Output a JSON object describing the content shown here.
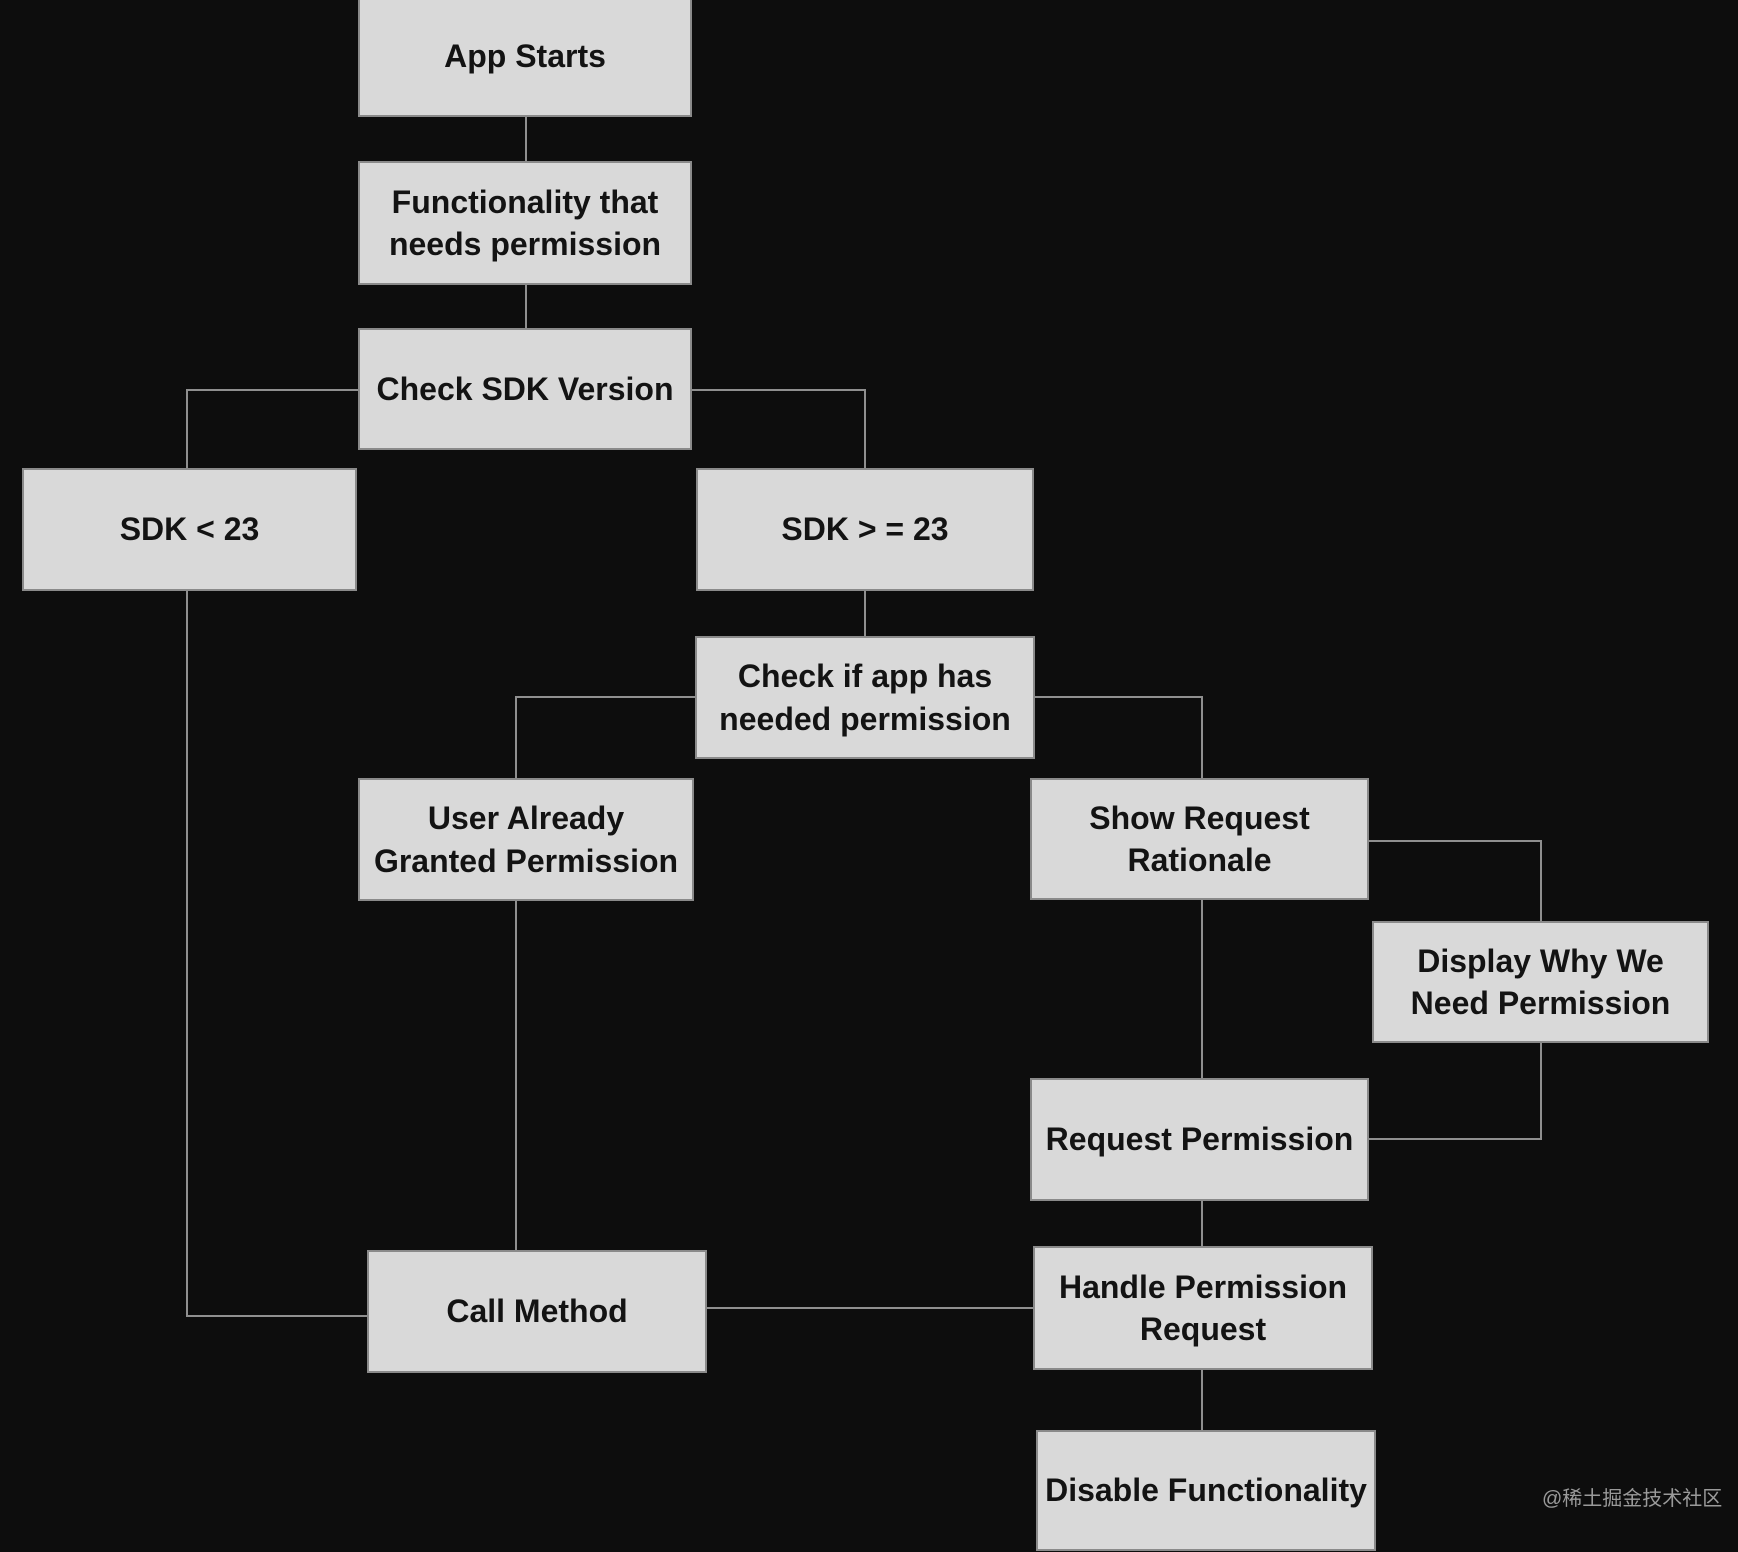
{
  "canvas": {
    "background_color": "#0d0d0d",
    "box_fill_color": "#d9d9d9",
    "box_border_color": "#8a8a8a",
    "box_text_color": "#131313",
    "connector_color": "#8f8f8f"
  },
  "nodes": [
    {
      "id": "app-starts",
      "label": "App Starts"
    },
    {
      "id": "functionality-needs-permission",
      "label": "Functionality that\nneeds permission"
    },
    {
      "id": "check-sdk-version",
      "label": "Check SDK Version"
    },
    {
      "id": "sdk-lt-23",
      "label": "SDK < 23"
    },
    {
      "id": "sdk-ge-23",
      "label": "SDK > = 23"
    },
    {
      "id": "check-app-has-permission",
      "label": "Check if app has\nneeded permission"
    },
    {
      "id": "user-already-granted",
      "label": "User Already\nGranted Permission"
    },
    {
      "id": "show-request-rationale",
      "label": "Show Request\nRationale"
    },
    {
      "id": "display-why-we-need-permission",
      "label": "Display Why We\nNeed Permission"
    },
    {
      "id": "request-permission",
      "label": "Request Permission"
    },
    {
      "id": "call-method",
      "label": "Call Method"
    },
    {
      "id": "handle-permission-request",
      "label": "Handle Permission\nRequest"
    },
    {
      "id": "disable-functionality",
      "label": "Disable Functionality"
    }
  ],
  "watermark": {
    "text": "@稀土掘金技术社区",
    "color": "#9a9a9a"
  }
}
